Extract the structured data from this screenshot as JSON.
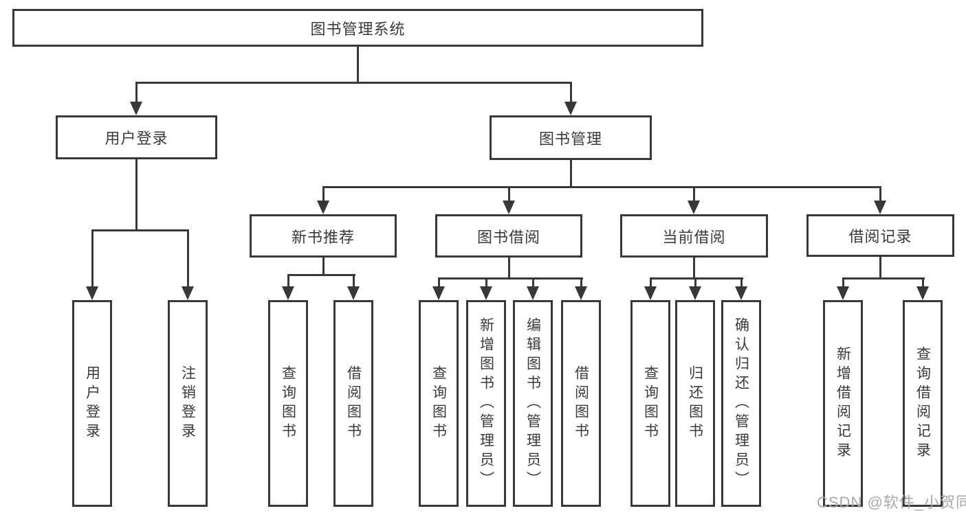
{
  "tree": {
    "label": "图书管理系统",
    "children": [
      {
        "label": "用户登录",
        "children": [
          {
            "label": "用户登录"
          },
          {
            "label": "注销登录"
          }
        ]
      },
      {
        "label": "图书管理",
        "children": [
          {
            "label": "新书推荐",
            "children": [
              {
                "label": "查询图书"
              },
              {
                "label": "借阅图书"
              }
            ]
          },
          {
            "label": "图书借阅",
            "children": [
              {
                "label": "查询图书"
              },
              {
                "label": "新增图书（管理员）"
              },
              {
                "label": "编辑图书（管理员）"
              },
              {
                "label": "借阅图书"
              }
            ]
          },
          {
            "label": "当前借阅",
            "children": [
              {
                "label": "查询图书"
              },
              {
                "label": "归还图书"
              },
              {
                "label": "确认归还（管理员）"
              }
            ]
          },
          {
            "label": "借阅记录",
            "children": [
              {
                "label": "新增借阅记录"
              },
              {
                "label": "查询借阅记录"
              }
            ]
          }
        ]
      }
    ]
  },
  "watermark": {
    "text": "CSDN @软件_小贺同学"
  },
  "colors": {
    "line": "#383838",
    "text": "#3a3a3a",
    "box_background": "#ffffff",
    "watermark": "#a8a8a8"
  }
}
